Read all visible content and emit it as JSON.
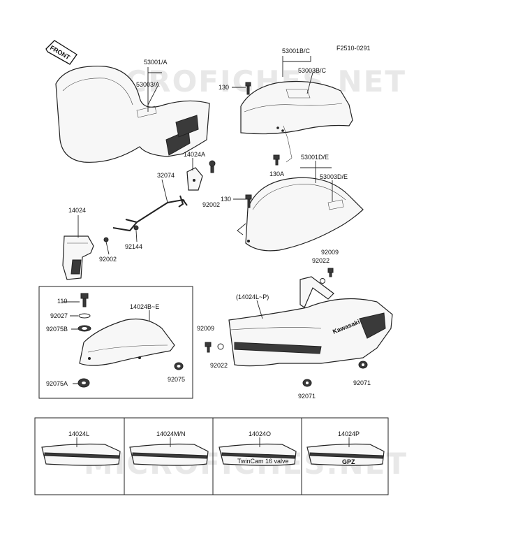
{
  "diagram": {
    "figure_code": "F2510-0291",
    "watermark_text": "MICROFICHES.NET",
    "front_label": "FRONT",
    "brand_mark": "Kawasaki",
    "decal_text": "TwinCam 16 valve",
    "decal_logo_text": "GPZ",
    "parts": [
      {
        "label": "53001/A"
      },
      {
        "label": "53003/A"
      },
      {
        "label": "53001B/C"
      },
      {
        "label": "53003B/C"
      },
      {
        "label": "130"
      },
      {
        "label": "14024A"
      },
      {
        "label": "32074"
      },
      {
        "label": "92002"
      },
      {
        "label": "130A"
      },
      {
        "label": "53001D/E"
      },
      {
        "label": "53003D/E"
      },
      {
        "label": "130"
      },
      {
        "label": "14024"
      },
      {
        "label": "92144"
      },
      {
        "label": "92002"
      },
      {
        "label": "92009"
      },
      {
        "label": "92022"
      },
      {
        "label": "110"
      },
      {
        "label": "92027"
      },
      {
        "label": "14024B~E"
      },
      {
        "label": "92075B"
      },
      {
        "label": "(14024L~P)"
      },
      {
        "label": "92009"
      },
      {
        "label": "92075"
      },
      {
        "label": "92022"
      },
      {
        "label": "92075A"
      },
      {
        "label": "92071"
      },
      {
        "label": "92071"
      }
    ],
    "variants": [
      {
        "label": "14024L"
      },
      {
        "label": "14024M/N"
      },
      {
        "label": "14024O"
      },
      {
        "label": "14024P"
      }
    ]
  }
}
